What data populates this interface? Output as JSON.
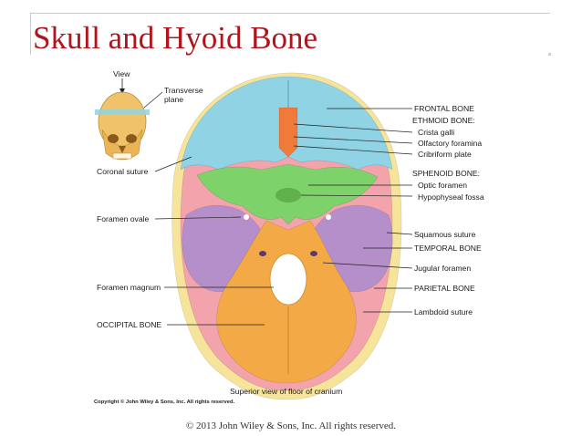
{
  "slide": {
    "title": "Skull and Hyoid Bone",
    "footer": "© 2013 John Wiley & Sons, Inc. All rights reserved."
  },
  "figure": {
    "caption": "Superior view of floor of cranium",
    "copyright": "Copyright © John Wiley & Sons, Inc. All rights reserved.",
    "inset": {
      "view_label": "View",
      "plane_label_1": "Transverse",
      "plane_label_2": "plane"
    },
    "labels": {
      "frontal_bone": "FRONTAL BONE",
      "ethmoid_bone": "ETHMOID BONE:",
      "crista_galli": "Crista galli",
      "olfactory_foramina": "Olfactory foramina",
      "cribriform_plate": "Cribriform plate",
      "sphenoid_bone": "SPHENOID BONE:",
      "optic_foramen": "Optic foramen",
      "hypophyseal_fossa": "Hypophyseal fossa",
      "squamous_suture": "Squamous suture",
      "temporal_bone": "TEMPORAL BONE",
      "jugular_foramen": "Jugular foramen",
      "parietal_bone": "PARIETAL BONE",
      "lambdoid_suture": "Lambdoid suture",
      "coronal_suture": "Coronal suture",
      "foramen_ovale": "Foramen ovale",
      "foramen_magnum": "Foramen magnum",
      "occipital_bone": "OCCIPITAL BONE"
    },
    "colors": {
      "frontal": "#8fd3e4",
      "parietal": "#f2a3ab",
      "sphenoid": "#7ed26a",
      "temporal": "#b58fca",
      "occipital": "#f4a947",
      "ethmoid": "#f07a3a",
      "rim": "#f6e49a"
    }
  }
}
